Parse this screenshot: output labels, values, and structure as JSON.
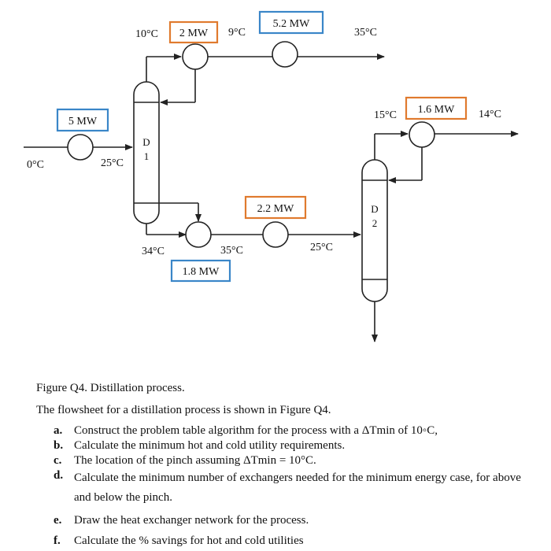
{
  "diagram": {
    "temperatures": {
      "d1_top_out": "10°C",
      "after_2mw": "9°C",
      "top_product": "35°C",
      "feed_in": "0°C",
      "feed_to_d1": "25°C",
      "d1_bottom_out": "34°C",
      "after_1_8mw": "35°C",
      "feed_to_d2": "25°C",
      "d2_top_out": "15°C",
      "d2_top_product": "14°C"
    },
    "duties": {
      "hx_feed_preheat": "5 MW",
      "hx_d1_condenser": "2 MW",
      "hx_top_heater": "5.2 MW",
      "hx_d1_reboiler": "1.8 MW",
      "hx_d2_feed": "2.2 MW",
      "hx_d2_condenser": "1.6 MW"
    },
    "columns": {
      "d1": [
        "D",
        "1"
      ],
      "d2": [
        "D",
        "2"
      ]
    },
    "colors": {
      "hot_utility_box": "#e07a2e",
      "cold_utility_box": "#3a86c8",
      "line": "#222222"
    }
  },
  "text": {
    "caption": "Figure Q4. Distillation process.",
    "intro": "The flowsheet for a distillation process is shown in Figure Q4.",
    "questions": [
      {
        "label": "a.",
        "text": "Construct the problem table algorithm for the process with a ΔTmin of 10◦C,"
      },
      {
        "label": "b.",
        "text": "Calculate the minimum hot and cold utility requirements."
      },
      {
        "label": "c.",
        "text": "The location of the pinch assuming ΔTmin = 10°C."
      },
      {
        "label": "d.",
        "text": "Calculate the minimum number of exchangers needed for the minimum energy case, for above and below the pinch."
      },
      {
        "label": "e.",
        "text": "Draw the heat exchanger network for the process."
      },
      {
        "label": "f.",
        "text": "Calculate the % savings for hot and cold utilities"
      }
    ]
  }
}
